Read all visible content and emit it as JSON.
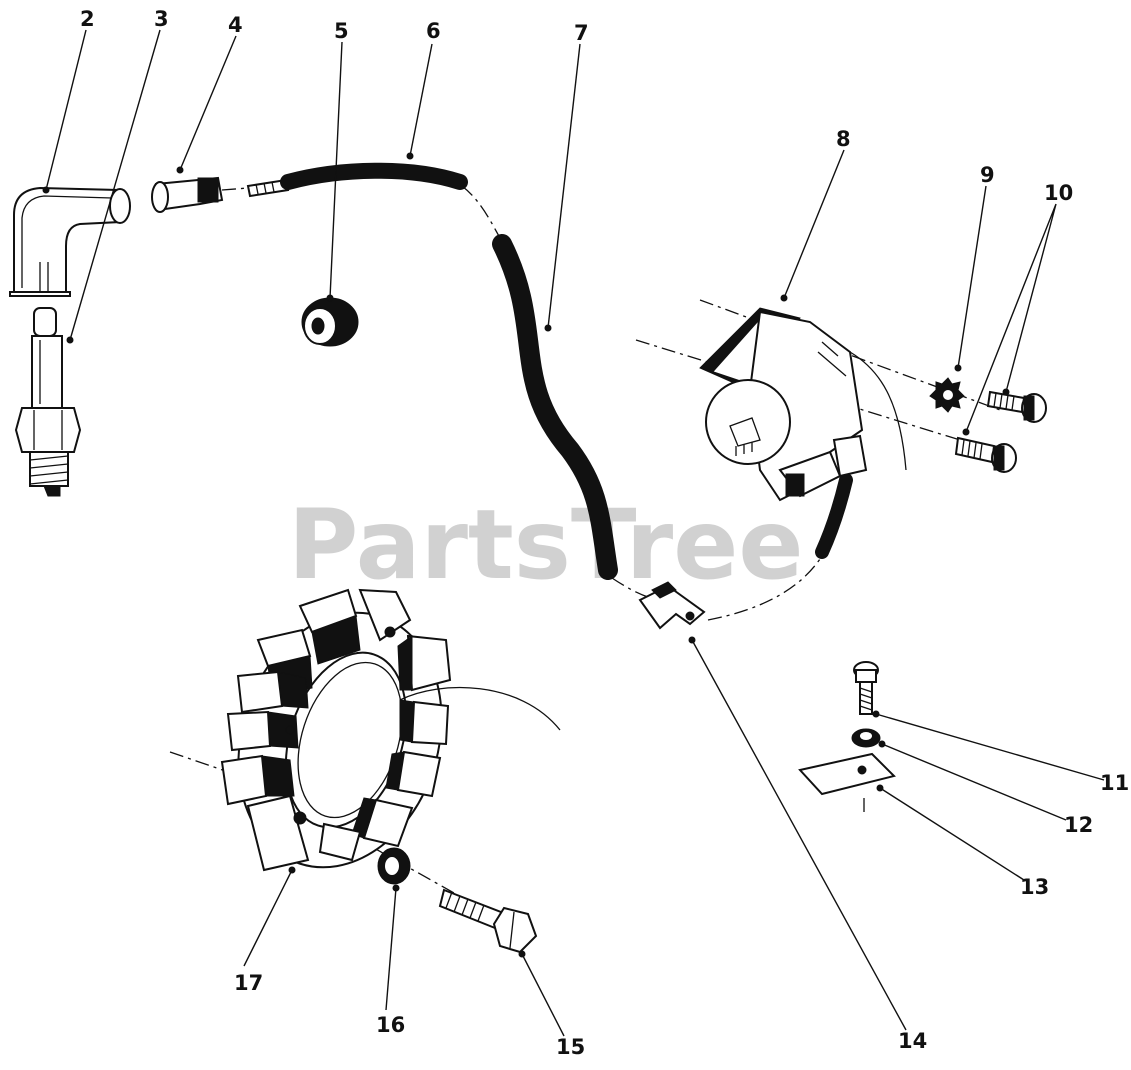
{
  "watermark": "PartsTree",
  "callouts": [
    "2",
    "3",
    "4",
    "5",
    "6",
    "7",
    "8",
    "9",
    "10",
    "11",
    "12",
    "13",
    "14",
    "15",
    "16",
    "17"
  ]
}
